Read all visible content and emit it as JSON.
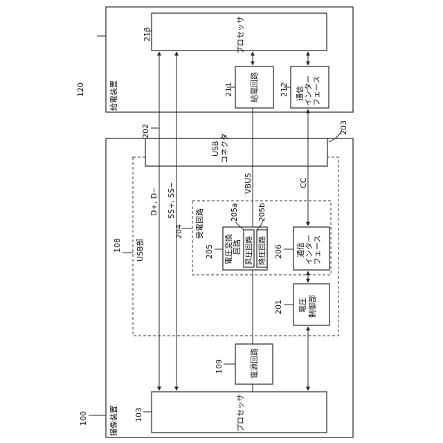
{
  "labels": {
    "fig_100": "100",
    "fig_120": "120",
    "fig_103": "103",
    "fig_213": "213",
    "fig_211": "211",
    "fig_212": "212",
    "fig_202": "202",
    "fig_203": "203",
    "fig_108": "108",
    "fig_204": "204",
    "fig_205": "205",
    "fig_205a": "205a",
    "fig_205b": "205b",
    "fig_206": "206",
    "fig_201": "201",
    "fig_109": "109",
    "imaging_device": "撮像装置",
    "power_supply_device": "給電装置",
    "usb_section": "USB部",
    "power_receiving": "受電回路",
    "processor_top": "プロセッサ",
    "processor_bottom": "プロセッサ",
    "power_feed_circuit": "給電回路",
    "comm_if_top_1": "通信",
    "comm_if_top_2": "インター",
    "comm_if_top_3": "フェース",
    "usb_connector_1": "USB",
    "usb_connector_2": "コネクタ",
    "vbus": "VBUS",
    "cc": "CC",
    "dplus_dminus": "D+, D−",
    "ssplus_ssminus": "SS+, SS−",
    "voltage_conv_1": "電圧変換",
    "voltage_conv_2": "回路",
    "step_up": "昇圧回路",
    "step_down": "降圧回路",
    "comm_if_mid_1": "通信",
    "comm_if_mid_2": "インター",
    "comm_if_mid_3": "フェース",
    "voltage_ctrl_1": "電圧",
    "voltage_ctrl_2": "制御部",
    "power_circuit": "電源回路"
  }
}
